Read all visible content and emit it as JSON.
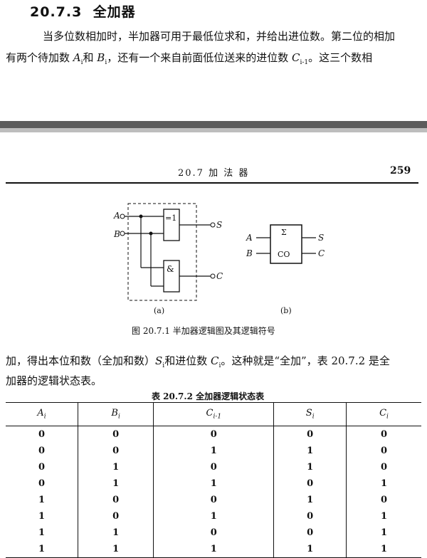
{
  "section": {
    "number": "20.7.3",
    "title": "全加器"
  },
  "intro": {
    "line1": "当多位数相加时，半加器可用于最低位求和，并给出进位数。第二位的相加",
    "line2_parts": [
      "有两个待加数 ",
      "A",
      "i",
      "和 ",
      "B",
      "i",
      "，还有一个来自前面低位送来的进位数 ",
      "C",
      "i-1",
      "。这三个数相"
    ]
  },
  "running_header": {
    "title": "20.7  加 法 器",
    "page": "259"
  },
  "figure": {
    "inputs": [
      "A",
      "B"
    ],
    "outputs": [
      "S",
      "C"
    ],
    "gate_xor_label": "=1",
    "gate_and_label": "&",
    "symbol_inputs": [
      "A",
      "B"
    ],
    "symbol_outputs": [
      "S",
      "C"
    ],
    "symbol_sum_label": "Σ",
    "symbol_carry_label": "CO",
    "sub_label_a": "(a)",
    "sub_label_b": "(b)",
    "caption": "图 20.7.1   半加器逻辑图及其逻辑符号"
  },
  "body": {
    "line1_parts": [
      "加，得出本位和数（全加和数）",
      "S",
      "i",
      "和进位数 ",
      "C",
      "i",
      "。这种就是“全加”，表 20.7.2 是全"
    ],
    "line2": "加器的逻辑状态表。"
  },
  "table": {
    "caption": "表 20.7.2   全加器逻辑状态表",
    "headers": [
      {
        "main": "A",
        "sub": "i"
      },
      {
        "main": "B",
        "sub": "i"
      },
      {
        "main": "C",
        "sub": "i-1"
      },
      {
        "main": "S",
        "sub": "i"
      },
      {
        "main": "C",
        "sub": "i"
      }
    ],
    "rows": [
      [
        "0",
        "0",
        "0",
        "0",
        "0"
      ],
      [
        "0",
        "0",
        "1",
        "1",
        "0"
      ],
      [
        "0",
        "1",
        "0",
        "1",
        "0"
      ],
      [
        "0",
        "1",
        "1",
        "0",
        "1"
      ],
      [
        "1",
        "0",
        "0",
        "1",
        "0"
      ],
      [
        "1",
        "0",
        "1",
        "0",
        "1"
      ],
      [
        "1",
        "1",
        "0",
        "0",
        "1"
      ],
      [
        "1",
        "1",
        "1",
        "1",
        "1"
      ]
    ]
  }
}
